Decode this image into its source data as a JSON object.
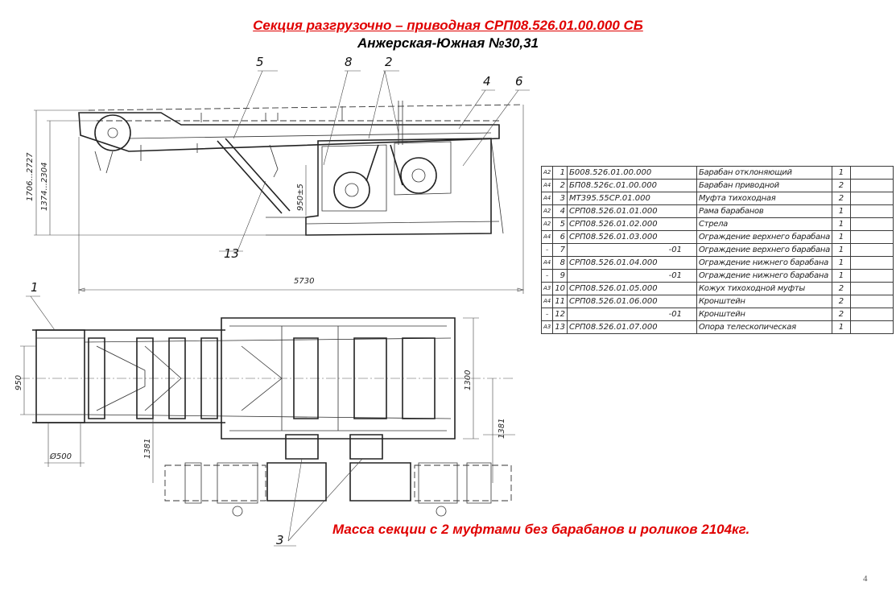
{
  "header": {
    "title": "Секция разгрузочно – приводная СРП08.526.01.00.000 СБ",
    "subtitle": "Анжерская-Южная №30,31"
  },
  "callouts": [
    "5",
    "8",
    "2",
    "4",
    "6",
    "13",
    "1",
    "3"
  ],
  "dimensions": {
    "overall_length": "5730",
    "height_range_1": "1706...2727",
    "height_range_2": "1374...2304",
    "axis_height": "950±5",
    "width_belt": "950",
    "width_frame": "1300",
    "offset_left": "1381",
    "offset_right": "1381",
    "drum_diameter": "Ø500"
  },
  "spec_table": [
    {
      "format": "А2",
      "pos": "1",
      "designation": "Б008.526.01.00.000",
      "name": "Барабан отклоняющий",
      "qty": "1"
    },
    {
      "format": "А4",
      "pos": "2",
      "designation": "БП08.526с.01.00.000",
      "name": "Барабан приводной",
      "qty": "2"
    },
    {
      "format": "А4",
      "pos": "3",
      "designation": "МТ395.55СР.01.000",
      "name": "Муфта тихоходная",
      "qty": "2"
    },
    {
      "format": "А2",
      "pos": "4",
      "designation": "СРП08.526.01.01.000",
      "name": "Рама барабанов",
      "qty": "1"
    },
    {
      "format": "А2",
      "pos": "5",
      "designation": "СРП08.526.01.02.000",
      "name": "Стрела",
      "qty": "1"
    },
    {
      "format": "А4",
      "pos": "6",
      "designation": "СРП08.526.01.03.000",
      "name": "Ограждение верхнего барабана",
      "qty": "1"
    },
    {
      "format": "–",
      "pos": "7",
      "designation": "-01",
      "name": "Ограждение верхнего барабана",
      "qty": "1"
    },
    {
      "format": "А4",
      "pos": "8",
      "designation": "СРП08.526.01.04.000",
      "name": "Ограждение нижнего барабана",
      "qty": "1"
    },
    {
      "format": "–",
      "pos": "9",
      "designation": "-01",
      "name": "Ограждение нижнего барабана",
      "qty": "1"
    },
    {
      "format": "А3",
      "pos": "10",
      "designation": "СРП08.526.01.05.000",
      "name": "Кожух тихоходной муфты",
      "qty": "2"
    },
    {
      "format": "А4",
      "pos": "11",
      "designation": "СРП08.526.01.06.000",
      "name": "Кронштейн",
      "qty": "2"
    },
    {
      "format": "–",
      "pos": "12",
      "designation": "-01",
      "name": "Кронштейн",
      "qty": "2"
    },
    {
      "format": "А3",
      "pos": "13",
      "designation": "СРП08.526.01.07.000",
      "name": "Опора телескопическая",
      "qty": "1"
    }
  ],
  "mass_note": "Масса секции с 2 муфтами без барабанов и роликов 2104кг.",
  "page_number": "4",
  "colors": {
    "accent_red": "#e00000",
    "line": "#222222"
  }
}
